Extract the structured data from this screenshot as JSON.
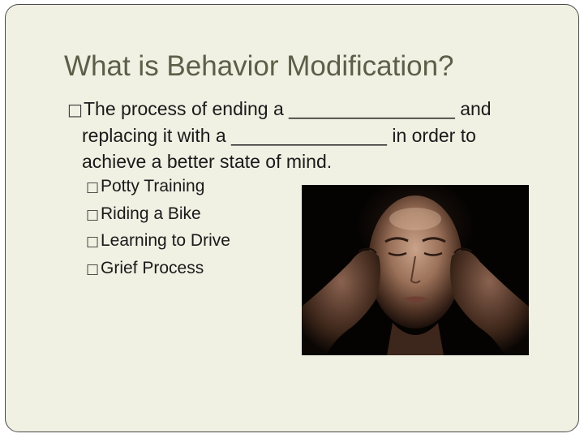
{
  "slide": {
    "title": "What is Behavior Modification?",
    "bullet_glyph": "",
    "main_point": {
      "line1": "The process of ending a ________________ and",
      "line2": "replacing it with a _______________ in order to",
      "line3": "achieve a better state of mind."
    },
    "examples": [
      {
        "label": "Potty Training"
      },
      {
        "label": "Riding a Bike"
      },
      {
        "label": "Learning to Drive"
      },
      {
        "label": "Grief Process"
      }
    ],
    "photo": {
      "icon": "woman-meditating-photo"
    },
    "colors": {
      "background": "#f0f0e3",
      "title": "#5d5e48",
      "body_text": "#1a1a1a",
      "border": "#4a4a4a"
    }
  }
}
